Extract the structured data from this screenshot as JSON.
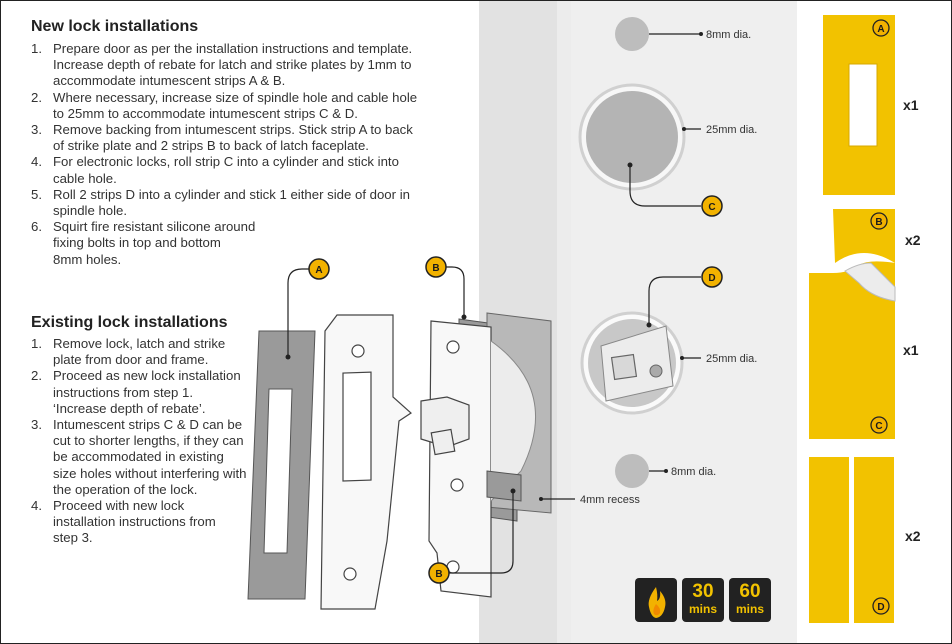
{
  "new_lock": {
    "heading": "New lock installations",
    "steps": [
      {
        "num": "1.",
        "lines": [
          "Prepare door as per the installation instructions and template.",
          "Increase depth of rebate for latch and strike plates by 1mm to",
          "accommodate intumescent strips A & B."
        ]
      },
      {
        "num": "2.",
        "lines": [
          "Where necessary, increase size of spindle hole and cable hole",
          "to 25mm to accommodate intumescent strips C & D."
        ]
      },
      {
        "num": "3.",
        "lines": [
          "Remove backing from intumescent strips.  Stick strip A to back",
          "of strike plate and 2 strips B to back of latch faceplate."
        ]
      },
      {
        "num": "4.",
        "lines": [
          "For electronic locks, roll strip C into a cylinder and stick into",
          "cable hole."
        ]
      },
      {
        "num": "5.",
        "lines": [
          "Roll  2 strips D into a cylinder and stick 1 either side of door in",
          "spindle hole."
        ]
      },
      {
        "num": "6.",
        "lines": [
          "Squirt fire resistant silicone around",
          "fixing bolts in top and bottom",
          "8mm holes."
        ]
      }
    ]
  },
  "existing_lock": {
    "heading": "Existing lock installations",
    "steps": [
      {
        "num": "1.",
        "lines": [
          "Remove lock, latch and strike",
          "plate from door and frame."
        ]
      },
      {
        "num": "2.",
        "lines": [
          "Proceed as new lock installation",
          "instructions from step 1.",
          "‘Increase depth of rebate’."
        ]
      },
      {
        "num": "3.",
        "lines": [
          "Intumescent strips C & D can be",
          "cut to shorter lengths, if they can",
          "be accommodated in existing",
          "size holes without interfering with",
          "the operation of the lock."
        ]
      },
      {
        "num": "4.",
        "lines": [
          "Proceed with new lock",
          "installation instructions from",
          "step 3."
        ]
      }
    ]
  },
  "hole_labels": {
    "top_hole": "8mm dia.",
    "cable_hole": "25mm dia.",
    "spindle_hole": "25mm dia.",
    "bottom_hole": "8mm dia.",
    "recess": "4mm recess"
  },
  "badges": {
    "a": "A",
    "b": "B",
    "c": "C",
    "d": "D"
  },
  "quantities": {
    "strip_a": "x1",
    "strip_b": "x2",
    "strip_c": "x1",
    "strip_d": "x2"
  },
  "fire_ratings": [
    {
      "value": "30",
      "unit": "mins"
    },
    {
      "value": "60",
      "unit": "mins"
    }
  ],
  "colors": {
    "strip_yellow": "#f2c200",
    "badge_fill": "#f2b200",
    "badge_outline": "#222222",
    "door_edge": "#e4e4e4",
    "door_face": "#ededed"
  }
}
